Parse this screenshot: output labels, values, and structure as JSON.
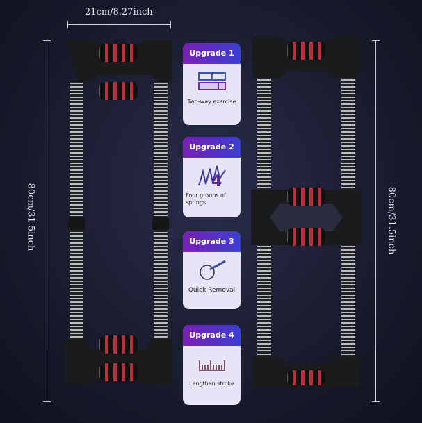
{
  "dimensions": {
    "width": "21cm/8.27inch",
    "height_left": "80cm/31.5inch",
    "height_right": "80cm/31.5inch"
  },
  "cards": [
    {
      "title": "Upgrade 1",
      "label": "Two-way exercise",
      "icon": "bars-icon"
    },
    {
      "title": "Upgrade 2",
      "label": "Four groups of springs",
      "icon": "spring-4-icon"
    },
    {
      "title": "Upgrade 3",
      "label": "Quick Removal",
      "icon": "pin-removal-icon"
    },
    {
      "title": "Upgrade 4",
      "label": "Lengthen stroke",
      "icon": "ruler-icon"
    }
  ],
  "colors": {
    "accent": "#d8283a",
    "card_header_from": "#7a1fb5",
    "card_header_to": "#3a3fd0"
  }
}
